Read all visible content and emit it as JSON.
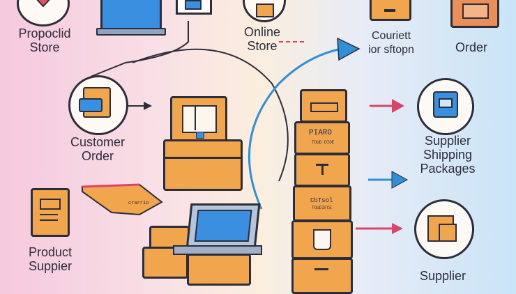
{
  "labels": {
    "propoclid_store": "Propoclid\nStore",
    "online_store": "Online\nStore",
    "couriett": "Couriett\nior sftopn",
    "order": "Order",
    "customer_order": "Customer\nOrder",
    "supplier_shipping": "Supplier\nShipping\nPackages",
    "product_suppier": "Product\nSuppier",
    "supplier_bottom": "Supplier"
  },
  "box_text": {
    "piaro": "PIARO",
    "piaro_sub": "TOUD DIOE",
    "cbtsol": "CbTsol",
    "cbtsol_sub": "TOUDIFCE",
    "crate": "crarrio"
  },
  "colors": {
    "box_orange": "#f1a64e",
    "arrow_blue": "#2f8fd8",
    "arrow_red": "#d9456a",
    "outline": "#2d2d3a",
    "screen_blue": "#3b8fe0"
  }
}
